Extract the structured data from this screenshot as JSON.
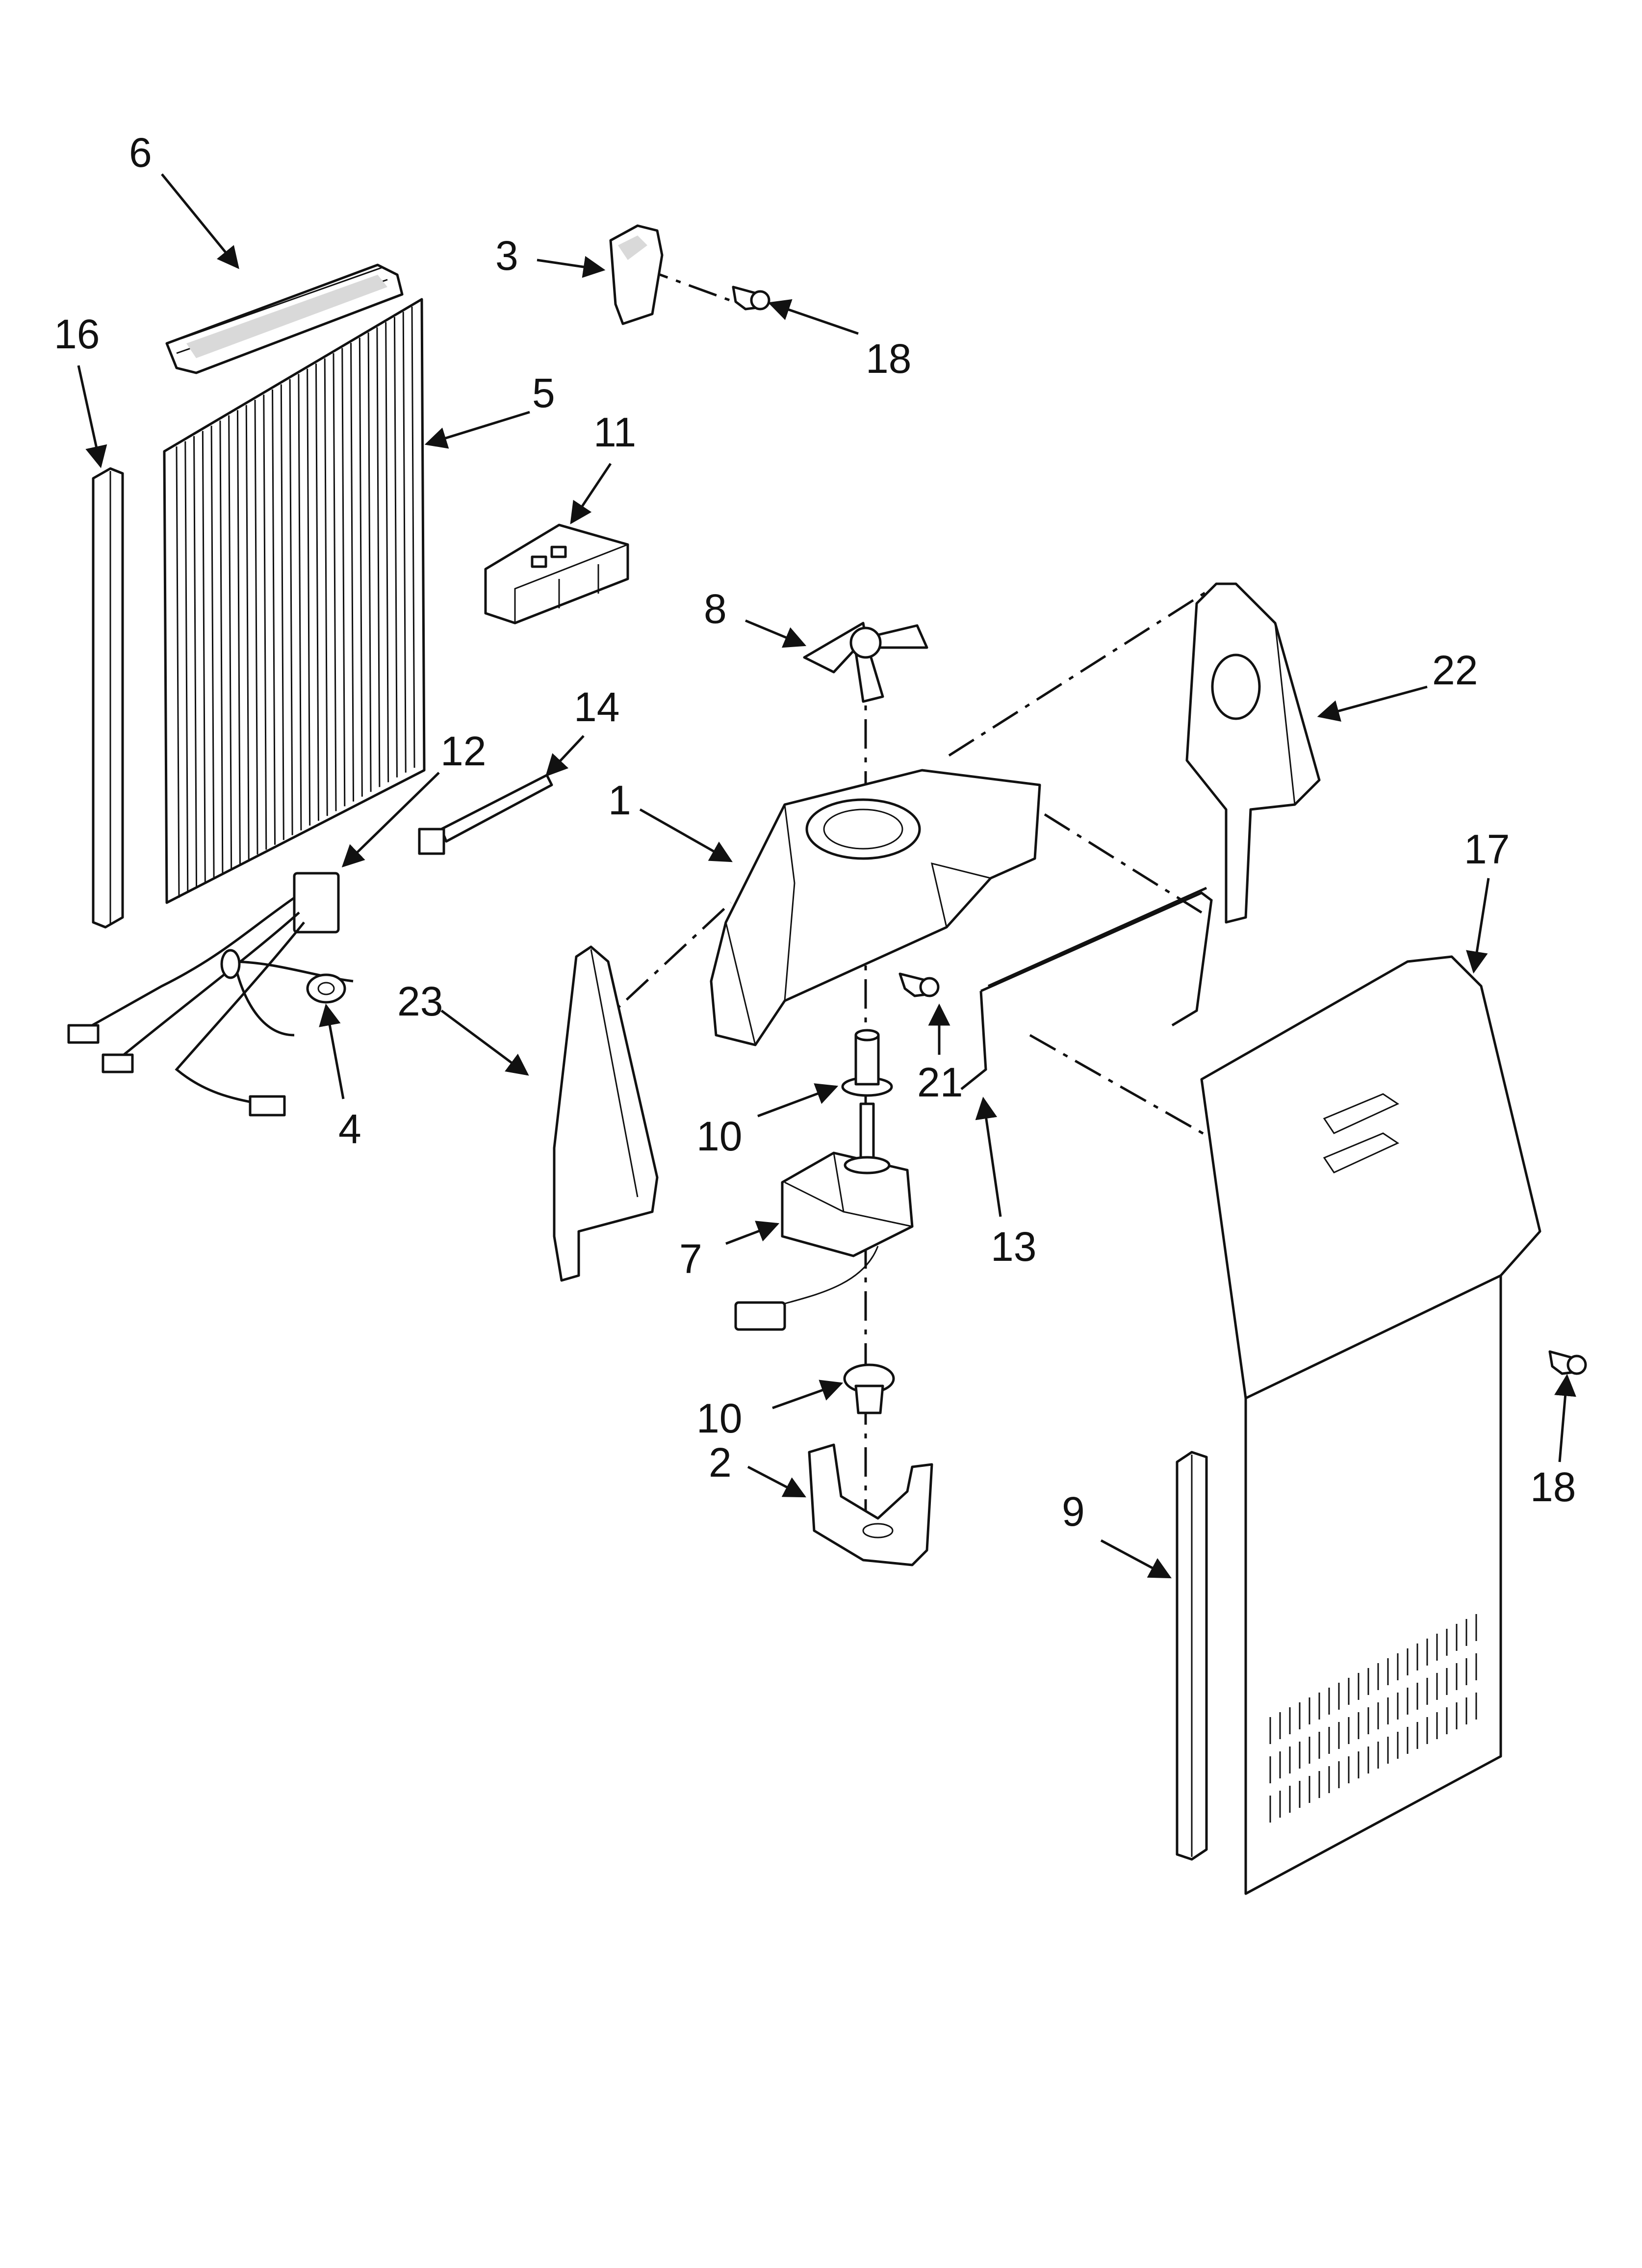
{
  "callouts": {
    "c1": "1",
    "c2": "2",
    "c3": "3",
    "c4": "4",
    "c5": "5",
    "c6": "6",
    "c7": "7",
    "c8": "8",
    "c9": "9",
    "c10a": "10",
    "c10b": "10",
    "c11": "11",
    "c12": "12",
    "c13": "13",
    "c14": "14",
    "c16": "16",
    "c17": "17",
    "c18a": "18",
    "c18b": "18",
    "c21": "21",
    "c22": "22",
    "c23": "23"
  }
}
